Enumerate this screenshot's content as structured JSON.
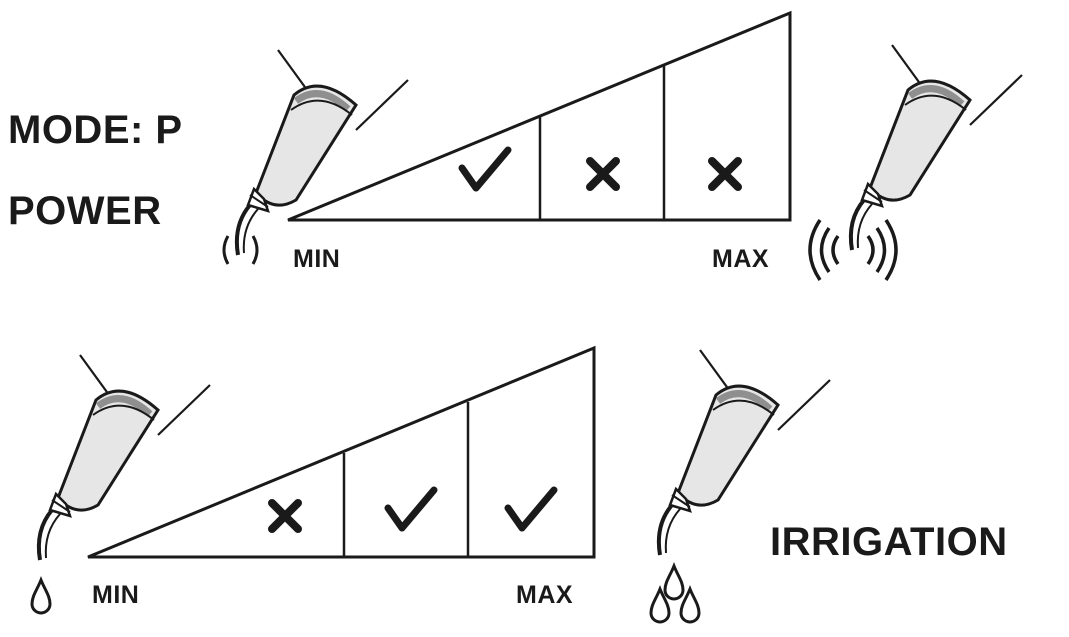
{
  "power": {
    "mode_label": "MODE: P",
    "title": "POWER",
    "min_label": "MIN",
    "max_label": "MAX",
    "segments": [
      {
        "mark": "check"
      },
      {
        "mark": "cross"
      },
      {
        "mark": "cross"
      }
    ]
  },
  "irrigation": {
    "title": "IRRIGATION",
    "min_label": "MIN",
    "max_label": "MAX",
    "segments": [
      {
        "mark": "cross"
      },
      {
        "mark": "check"
      },
      {
        "mark": "check"
      }
    ]
  },
  "icons": {
    "min_power": "weak-vibration-icon",
    "max_power": "strong-vibration-icon",
    "min_water": "single-drop-icon",
    "max_water": "multi-drop-icon",
    "handpiece": "scaler-handpiece-icon"
  },
  "colors": {
    "ink": "#1a1a1a",
    "handpiece_fill": "#e6e6e6",
    "handpiece_band": "#8f8f8f"
  }
}
